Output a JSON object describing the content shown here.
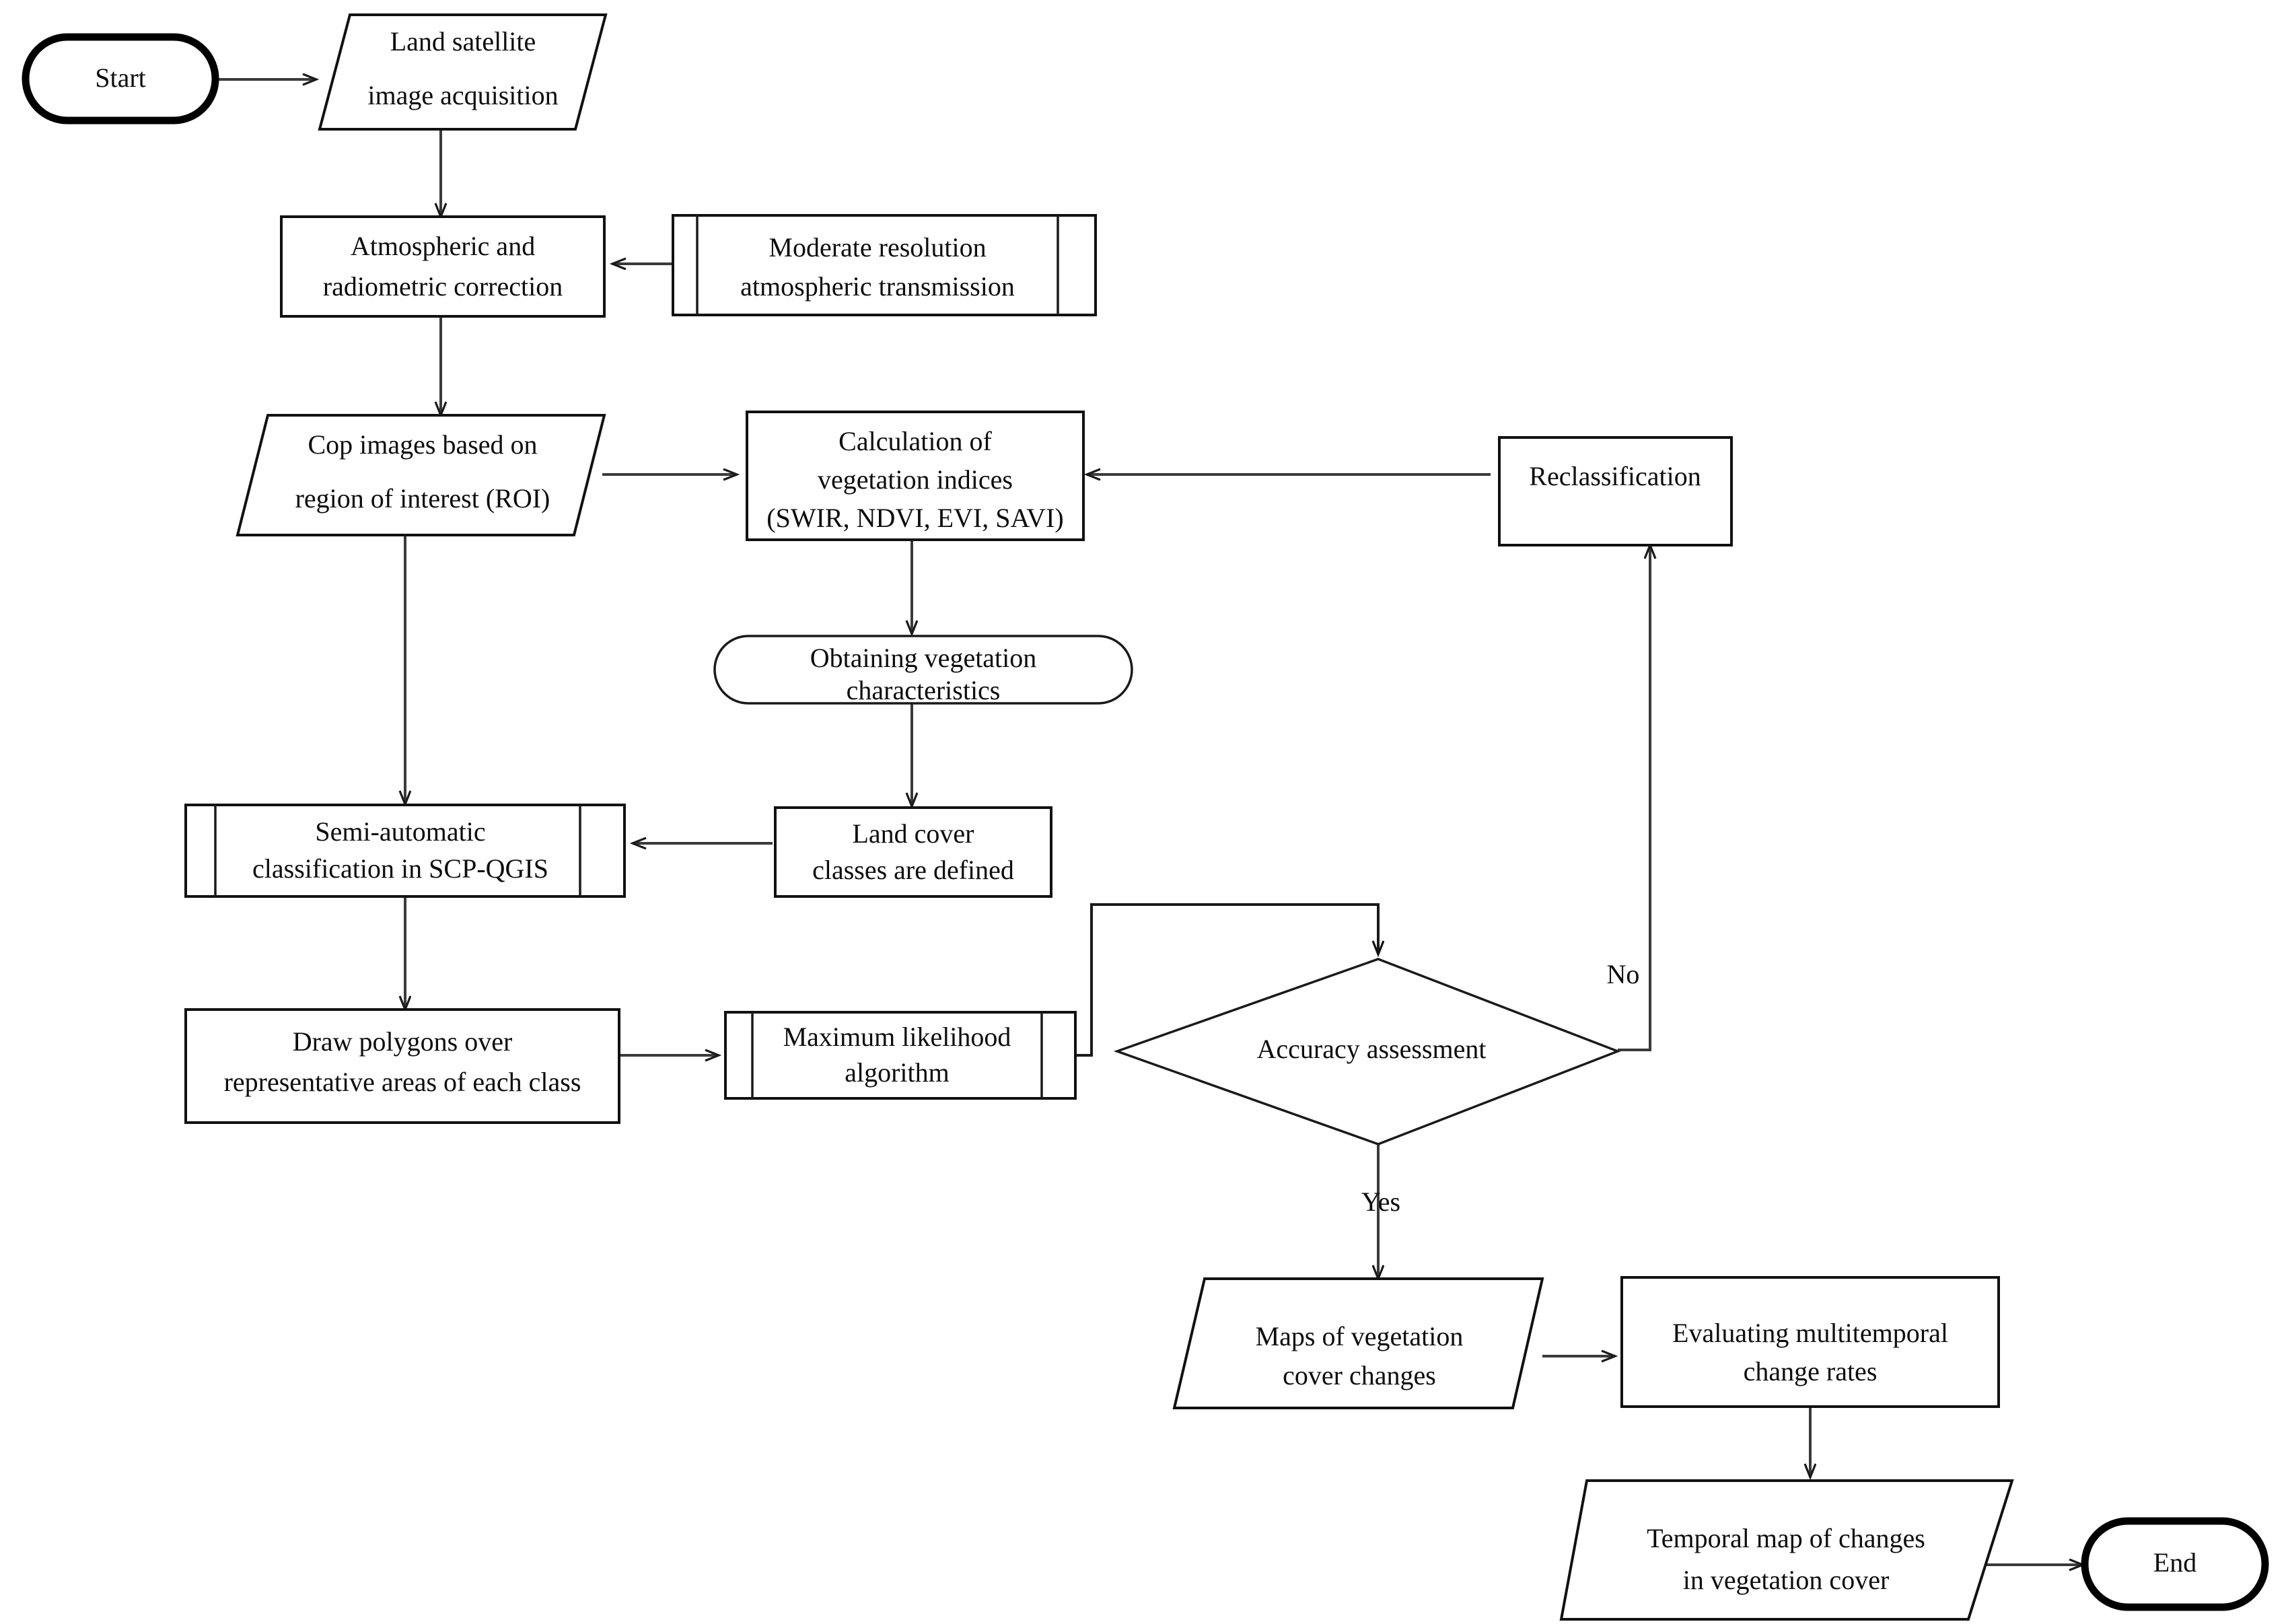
{
  "diagram": {
    "title": "Vegetation cover change detection workflow",
    "type": "flowchart",
    "background_color": "#ffffff",
    "line_color": "#3a3a3a",
    "text_color": "#0d0d0d"
  },
  "nodes": {
    "start": {
      "label": "Start",
      "shape": "terminator"
    },
    "image_acquisition": {
      "line1": "Land satellite",
      "line2": "image acquisition",
      "shape": "parallelogram"
    },
    "correction": {
      "line1": "Atmospheric and",
      "line2": "radiometric correction",
      "shape": "process"
    },
    "modtran": {
      "line1": "Moderate resolution",
      "line2": "atmospheric transmission",
      "shape": "predefined-process"
    },
    "crop_roi": {
      "line1": "Cop images based on",
      "line2": "region of interest (ROI)",
      "shape": "parallelogram"
    },
    "indices": {
      "line1": "Calculation of",
      "line2": "vegetation indices",
      "line3": "(SWIR, NDVI, EVI, SAVI)",
      "shape": "process"
    },
    "reclassification": {
      "label": "Reclassification",
      "shape": "process"
    },
    "vegetation_characteristics": {
      "line1": "Obtaining vegetation",
      "line2": "characteristics",
      "shape": "stadium"
    },
    "land_cover_classes": {
      "line1": "Land cover",
      "line2": "classes are defined",
      "shape": "process"
    },
    "scp_qgis": {
      "line1": "Semi-automatic",
      "line2": "classification in SCP-QGIS",
      "shape": "predefined-process"
    },
    "draw_polygons": {
      "line1": "Draw polygons over",
      "line2": "representative areas of each class",
      "shape": "process"
    },
    "max_likelihood": {
      "line1": "Maximum likelihood",
      "line2": "algorithm",
      "shape": "predefined-process"
    },
    "accuracy_assessment": {
      "label": "Accuracy assessment",
      "shape": "decision"
    },
    "maps_changes": {
      "line1": "Maps of vegetation",
      "line2": "cover changes",
      "shape": "parallelogram"
    },
    "change_rates": {
      "line1": "Evaluating multitemporal",
      "line2": "change rates",
      "shape": "process"
    },
    "temporal_map": {
      "line1": "Temporal map of changes",
      "line2": "in vegetation cover",
      "shape": "parallelogram"
    },
    "end": {
      "label": "End",
      "shape": "terminator"
    }
  },
  "edge_labels": {
    "decision_no": "No",
    "decision_yes": "Yes"
  },
  "edges": [
    {
      "from": "start",
      "to": "image_acquisition",
      "label": ""
    },
    {
      "from": "image_acquisition",
      "to": "correction",
      "label": ""
    },
    {
      "from": "modtran",
      "to": "correction",
      "label": ""
    },
    {
      "from": "correction",
      "to": "crop_roi",
      "label": ""
    },
    {
      "from": "crop_roi",
      "to": "indices",
      "label": ""
    },
    {
      "from": "crop_roi",
      "to": "scp_qgis",
      "label": ""
    },
    {
      "from": "reclassification",
      "to": "indices",
      "label": ""
    },
    {
      "from": "indices",
      "to": "vegetation_characteristics",
      "label": ""
    },
    {
      "from": "vegetation_characteristics",
      "to": "land_cover_classes",
      "label": ""
    },
    {
      "from": "land_cover_classes",
      "to": "scp_qgis",
      "label": ""
    },
    {
      "from": "scp_qgis",
      "to": "draw_polygons",
      "label": ""
    },
    {
      "from": "draw_polygons",
      "to": "max_likelihood",
      "label": ""
    },
    {
      "from": "max_likelihood",
      "to": "accuracy_assessment",
      "label": ""
    },
    {
      "from": "accuracy_assessment",
      "to": "reclassification",
      "label": "No"
    },
    {
      "from": "accuracy_assessment",
      "to": "maps_changes",
      "label": "Yes"
    },
    {
      "from": "maps_changes",
      "to": "change_rates",
      "label": ""
    },
    {
      "from": "change_rates",
      "to": "temporal_map",
      "label": ""
    },
    {
      "from": "temporal_map",
      "to": "end",
      "label": ""
    }
  ]
}
